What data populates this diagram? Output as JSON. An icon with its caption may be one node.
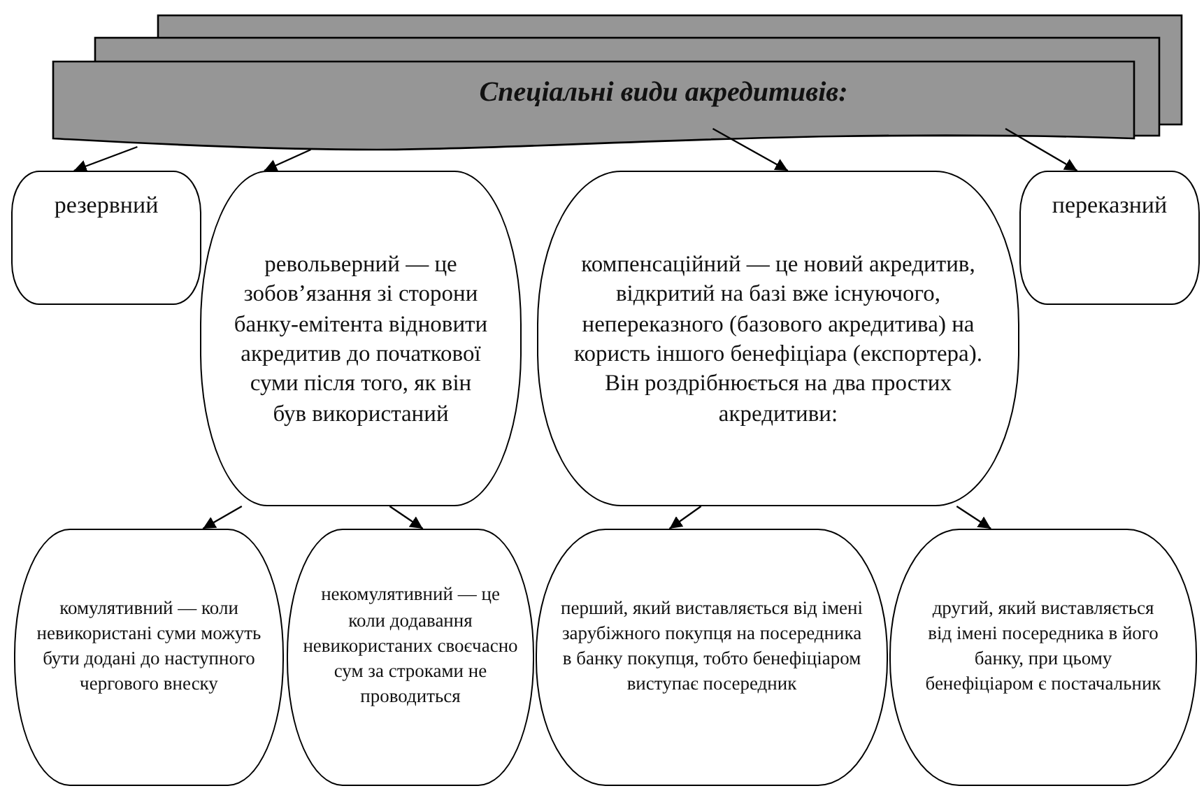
{
  "diagram": {
    "nodes": [
      {
        "text": [
          "Спеціальні види акредитивів:"
        ]
      },
      {
        "text": [
          "резервний"
        ]
      },
      {
        "text": [
          "револьверний — це зобов’язання зі сторони банку-емітента відновити акредитив до початкової суми після того, як він був використаний"
        ]
      },
      {
        "text": [
          "компенсаційний — це новий акредитив, відкритий на базі вже існуючого, непереказного (базового акредитива) на користь іншого бенефіціара (експортера). Він роздрібнюється на два простих акредитиви:"
        ]
      },
      {
        "text": [
          "переказний"
        ]
      },
      {
        "text": [
          "комулятивний — коли невикористані суми можуть бути додані до наступного чергового внеску"
        ]
      },
      {
        "text": [
          "некомулятивний — це коли додавання невикористаних своєчасно сум за строками не проводиться"
        ]
      },
      {
        "text": [
          "перший, який виставляється від імені зарубіжного покупця на посередника в банку покупця, тобто бенефіціаром виступає посередник"
        ]
      },
      {
        "text": [
          "другий, який виставляється від імені посередника в його банку, при цьому бенефіціаром є постачальник"
        ]
      }
    ],
    "edges": [
      {
        "from": 0,
        "to": 1,
        "arrow": "to"
      },
      {
        "from": 0,
        "to": 2,
        "arrow": "to"
      },
      {
        "from": 0,
        "to": 3,
        "arrow": "to"
      },
      {
        "from": 0,
        "to": 4,
        "arrow": "to"
      },
      {
        "from": 2,
        "to": 5,
        "arrow": "to"
      },
      {
        "from": 2,
        "to": 6,
        "arrow": "to"
      },
      {
        "from": 3,
        "to": 7,
        "arrow": "to"
      },
      {
        "from": 3,
        "to": 8,
        "arrow": "to"
      }
    ]
  }
}
